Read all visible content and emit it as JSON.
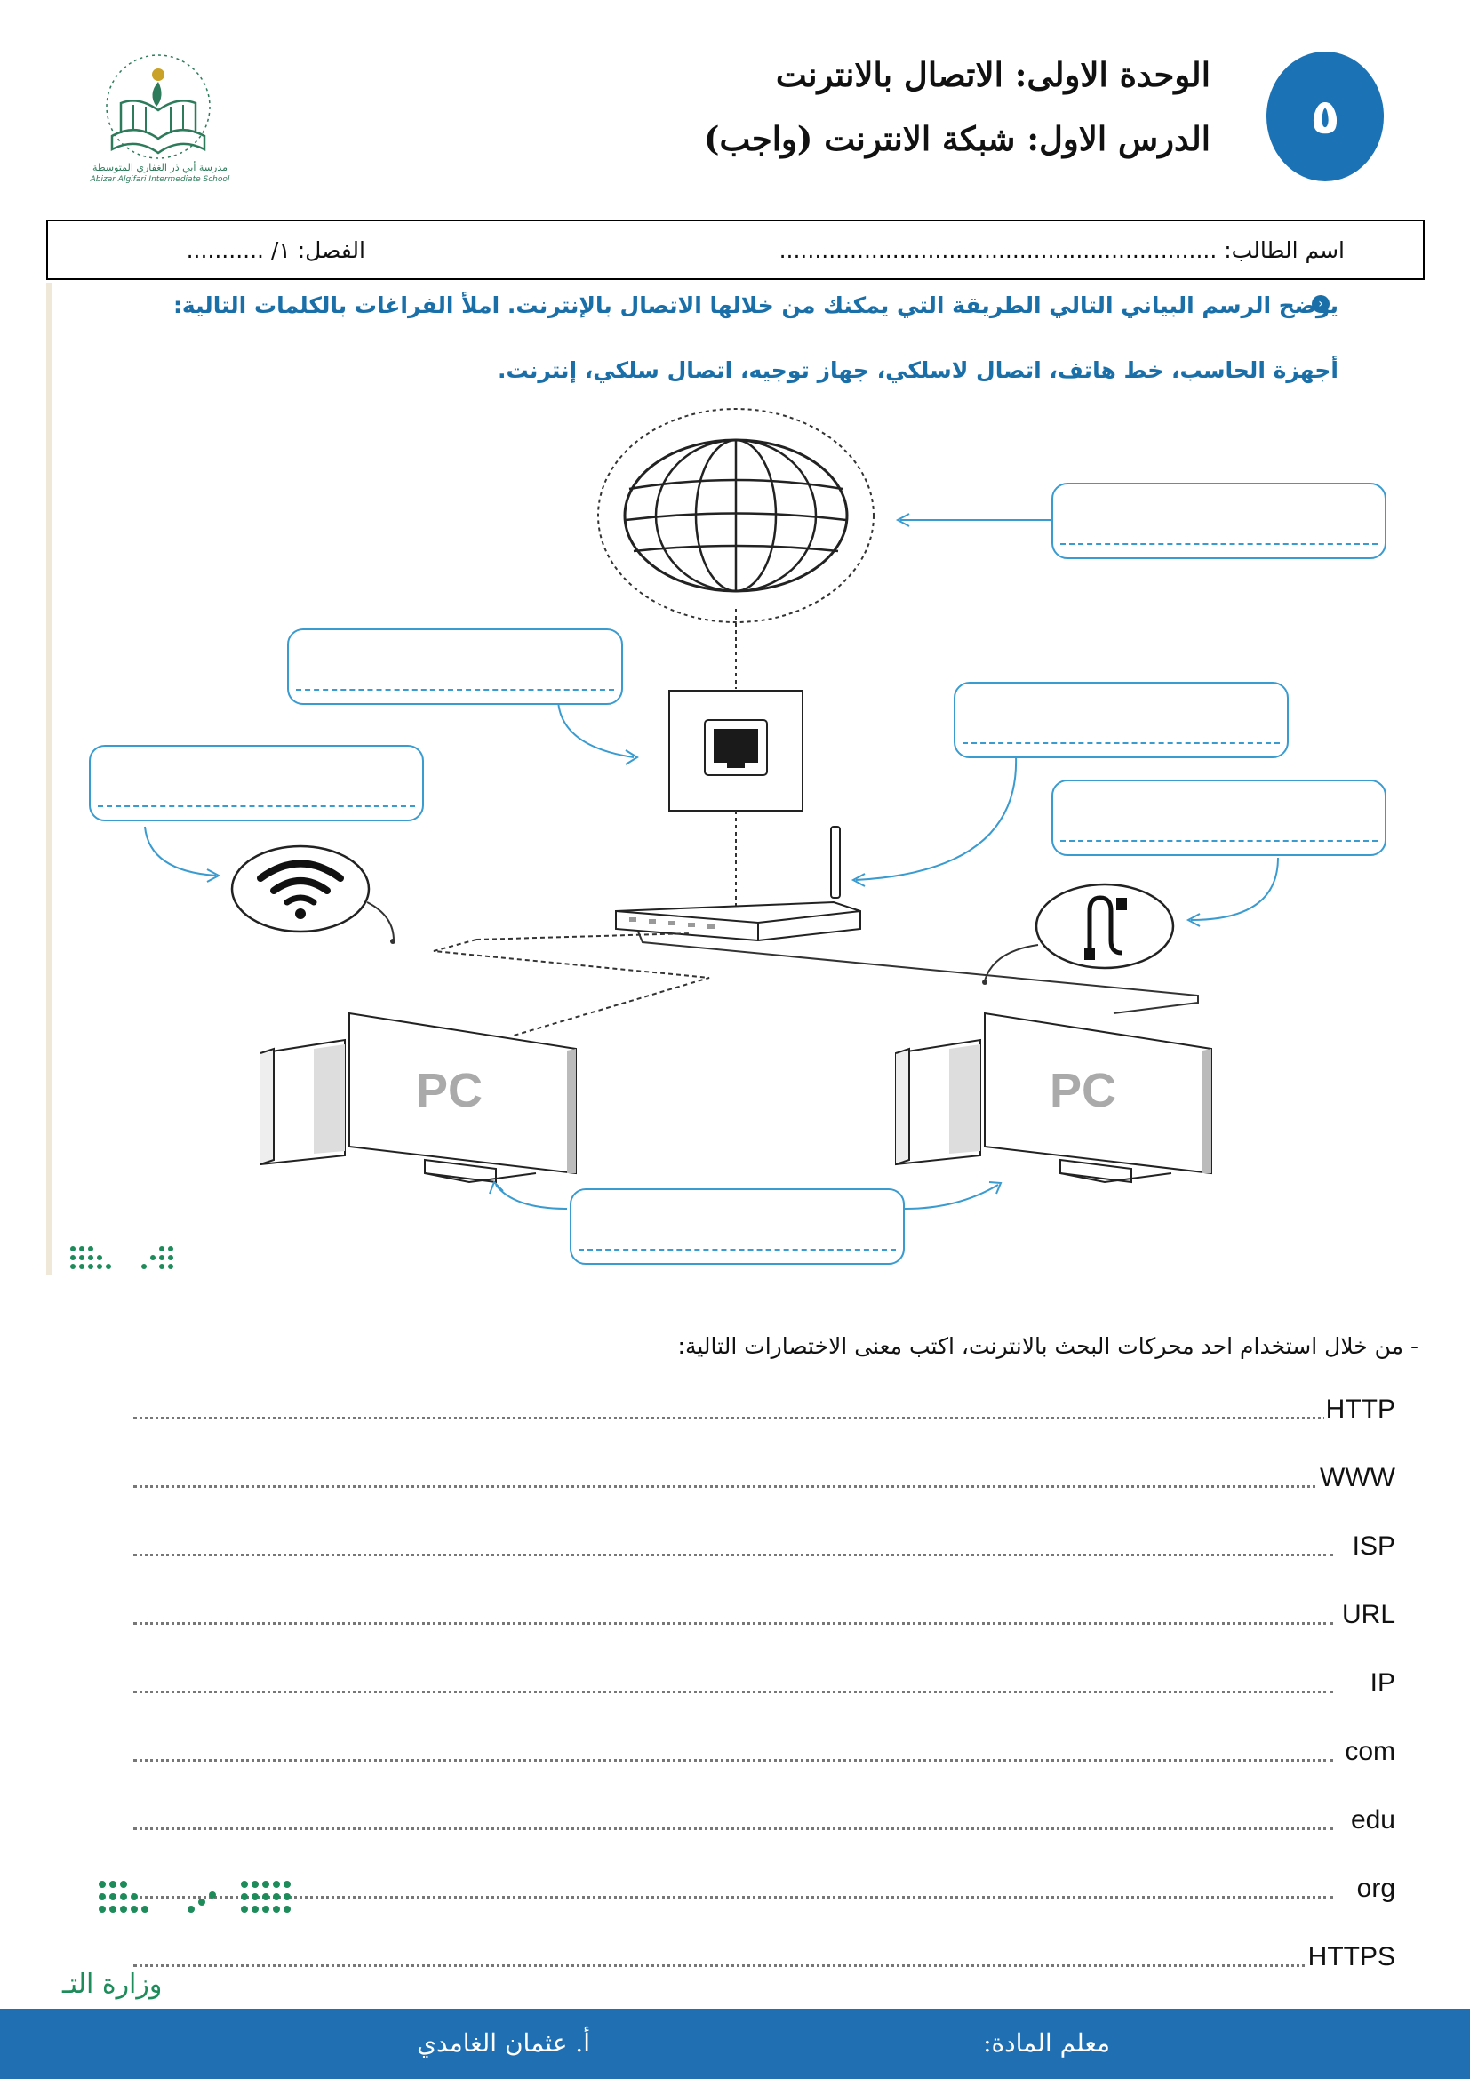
{
  "header": {
    "number_badge": "٥",
    "unit_title": "الوحدة الاولى: الاتصال بالانترنت",
    "lesson_title": "الدرس الاول: شبكة الانترنت (واجب)",
    "school_name_ar": "مدرسة أبي ذر الغفاري المتوسطة",
    "school_name_en": "Abizar Algifari Intermediate School"
  },
  "student_info": {
    "name_label": "اسم الطالب: ..............................................................",
    "class_label": "الفصل: ١/ ..........."
  },
  "question1": {
    "instruction": "يوضح الرسم البياني التالي الطريقة التي يمكنك من خلالها الاتصال بالإنترنت. املأ الفراغات بالكلمات التالية:",
    "word_bank": "أجهزة الحاسب، خط هاتف، اتصال لاسلكي، جهاز توجيه، اتصال سلكي، إنترنت."
  },
  "diagram": {
    "pc_label_left": "PC",
    "pc_label_right": "PC",
    "icons": [
      "globe-icon",
      "phone-socket-icon",
      "router-icon",
      "wifi-icon",
      "cable-icon",
      "pc-icon"
    ]
  },
  "question2": {
    "instruction": "- من خلال استخدام احد محركات البحث بالانترنت، اكتب معنى الاختصارات التالية:",
    "abbreviations": [
      "HTTP",
      "WWW",
      "ISP",
      "URL",
      "IP",
      "com",
      "edu",
      "org",
      "HTTPS"
    ]
  },
  "footer": {
    "teacher_label": "معلم المادة:",
    "teacher_name": "أ. عثمان الغامدي",
    "ministry_text": "وزارة التـ"
  },
  "colors": {
    "accent_blue": "#1b72b5",
    "box_blue": "#3a9bd0",
    "instruction_blue": "#1a6fa8"
  }
}
